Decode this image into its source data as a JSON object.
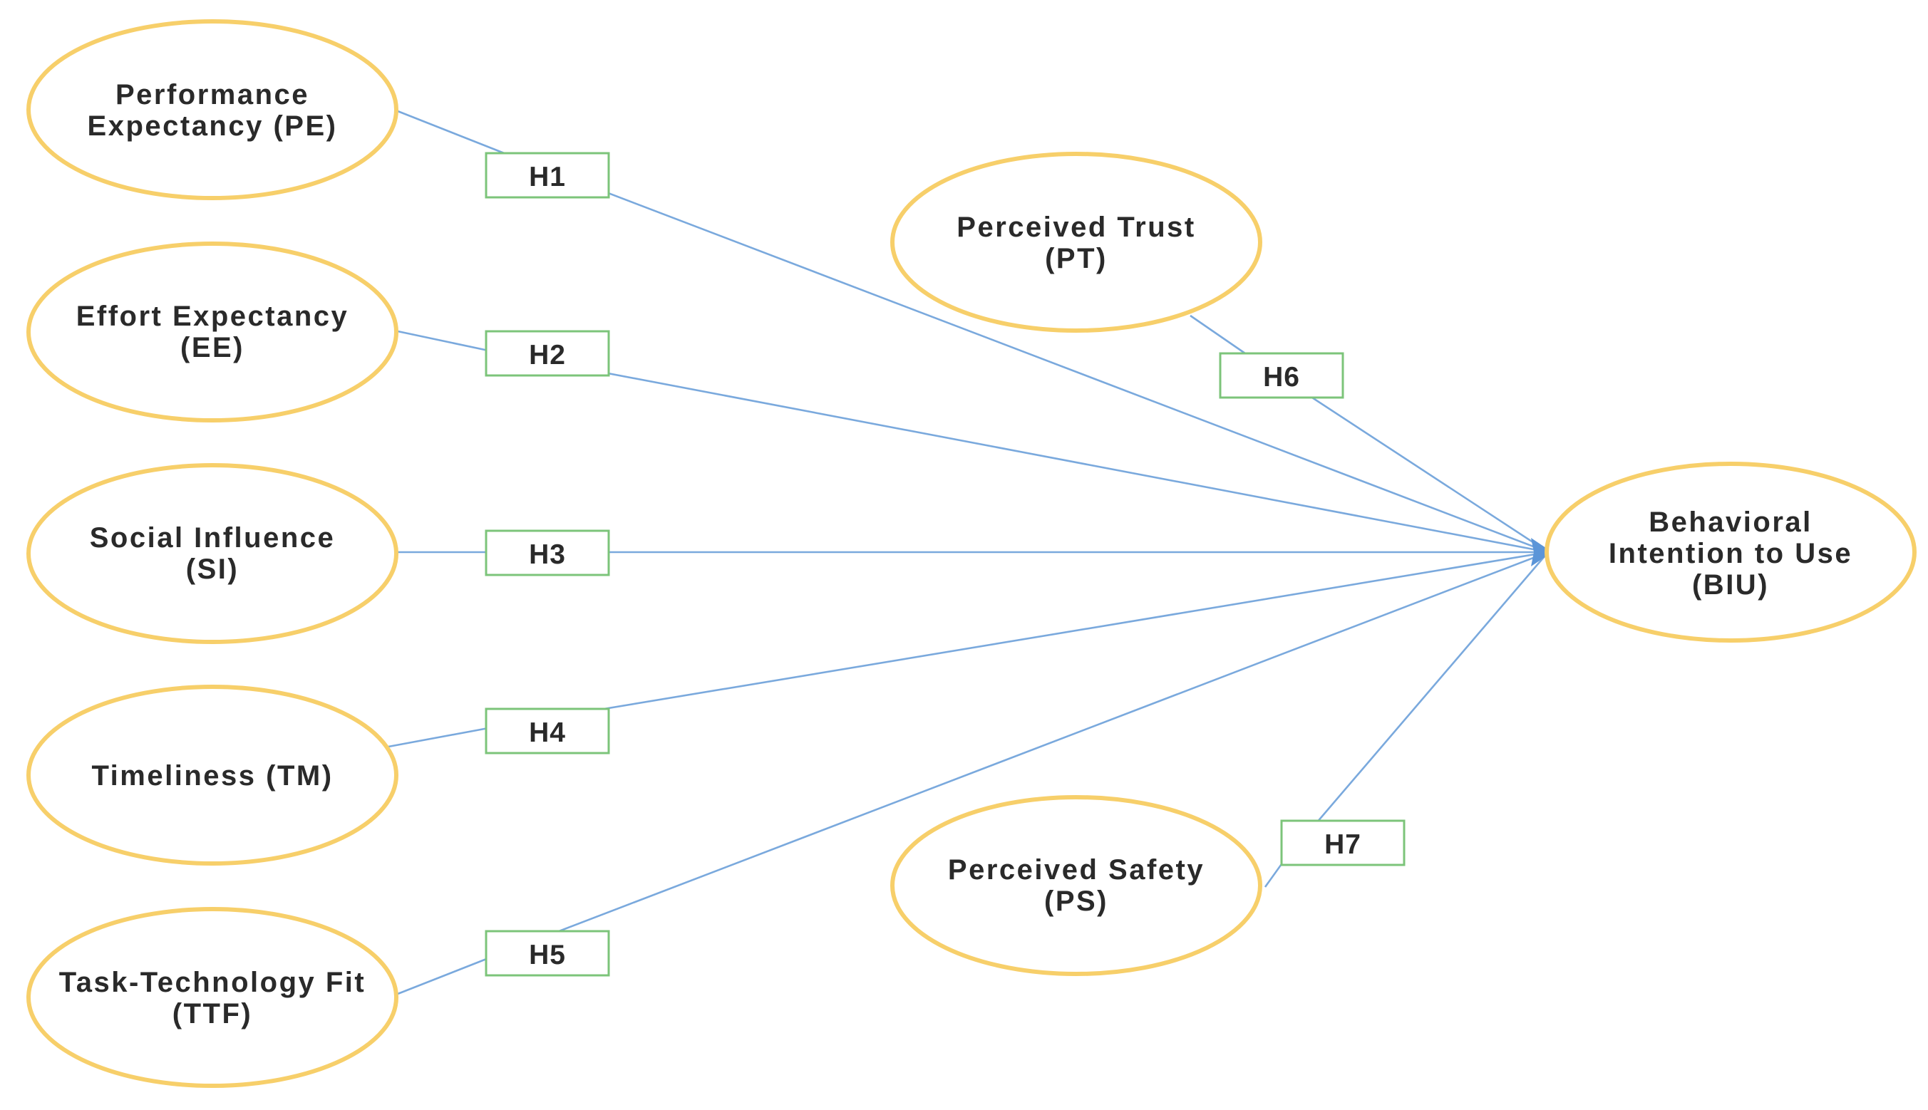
{
  "colors": {
    "ellipse_stroke": "#f7cf6a",
    "hypothesis_box_stroke": "#7cc47a",
    "path_line": "#7aa9dd",
    "text": "#2a2a2a"
  },
  "nodes": {
    "pe": {
      "line1": "Performance",
      "line2": "Expectancy (PE)"
    },
    "ee": {
      "line1": "Effort Expectancy",
      "line2": "(EE)"
    },
    "si": {
      "line1": "Social Influence",
      "line2": "(SI)"
    },
    "tm": {
      "line1": "Timeliness (TM)"
    },
    "ttf": {
      "line1": "Task-Technology Fit",
      "line2": "(TTF)"
    },
    "pt": {
      "line1": "Perceived Trust",
      "line2": "(PT)"
    },
    "ps": {
      "line1": "Perceived Safety",
      "line2": "(PS)"
    },
    "biu": {
      "line1": "Behavioral",
      "line2": "Intention to Use",
      "line3": "(BIU)"
    }
  },
  "hypotheses": {
    "h1": "H1",
    "h2": "H2",
    "h3": "H3",
    "h4": "H4",
    "h5": "H5",
    "h6": "H6",
    "h7": "H7"
  }
}
